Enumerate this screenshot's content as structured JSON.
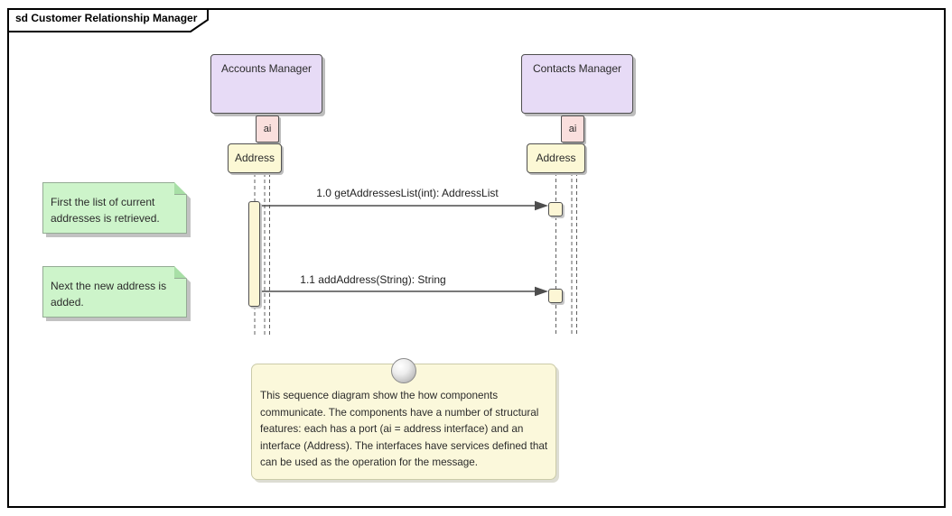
{
  "frame": {
    "title": "sd Customer Relationship Manager"
  },
  "components": [
    {
      "name": "Accounts Manager",
      "port": "ai",
      "interface": "Address"
    },
    {
      "name": "Contacts Manager",
      "port": "ai",
      "interface": "Address"
    }
  ],
  "messages": [
    {
      "label": "1.0 getAddressesList(int): AddressList"
    },
    {
      "label": "1.1 addAddress(String): String"
    }
  ],
  "notes": [
    {
      "line1": "First the list of current",
      "line2": "addresses is retrieved."
    },
    {
      "line1": "Next the new address is",
      "line2": "added."
    }
  ],
  "doc_note": {
    "line1": "This sequence diagram show the how components",
    "line2": "communicate. The components have a number of structural",
    "line3": "features: each has a port (ai = address interface) and an",
    "line4": "interface (Address). The interfaces have services defined that",
    "line5": "can be used as the operation for the message."
  },
  "colors": {
    "component_fill": "#E7DBF6",
    "port_fill": "#FADFDD",
    "interface_fill": "#FCF8D5",
    "activation_fill": "#FCF6D5",
    "note_fill": "#CDF4CA",
    "note_fold": "#A8DFA6",
    "doc_note_fill": "#FBF8DB",
    "frame_border": "#000000",
    "line": "#4d4d4d"
  }
}
